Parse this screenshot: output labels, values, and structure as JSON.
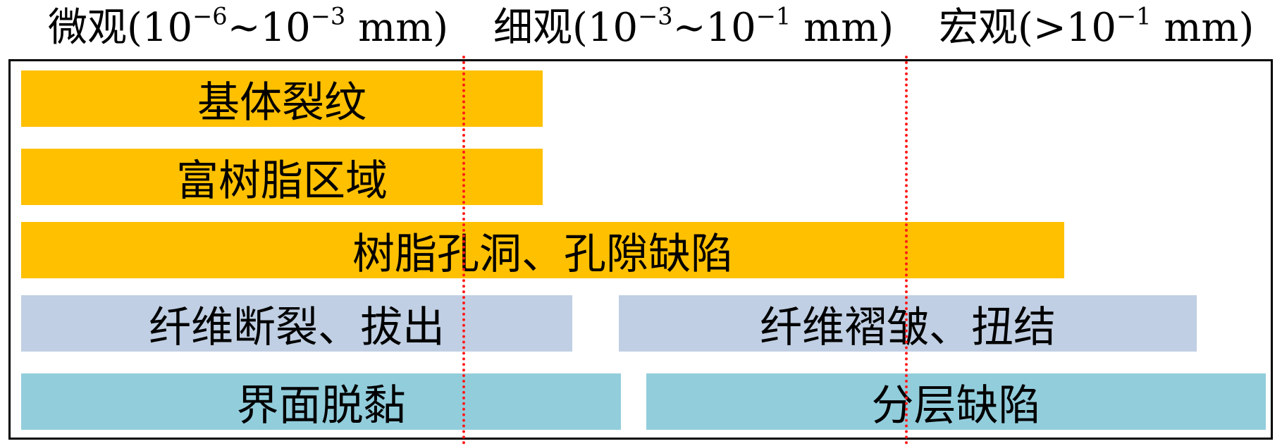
{
  "scales": {
    "micro": {
      "name": "微观",
      "prefix": "(10",
      "exp1": "−6",
      "mid": "~10",
      "exp2": "−3",
      "suffix": " mm)"
    },
    "meso": {
      "name": "细观",
      "prefix": "(10",
      "exp1": "−3",
      "mid": "~10",
      "exp2": "−1",
      "suffix": " mm)"
    },
    "macro": {
      "name": "宏观",
      "prefix": "(>10",
      "exp1": "−1",
      "suffix": " mm)"
    }
  },
  "bars": {
    "matrix_crack": "基体裂纹",
    "resin_rich": "富树脂区域",
    "resin_void": "树脂孔洞、孔隙缺陷",
    "fiber_break": "纤维断裂、拔出",
    "fiber_wrinkle": "纤维褶皱、扭结",
    "debond": "界面脱黏",
    "delamination": "分层缺陷"
  },
  "colors": {
    "gold": "#ffc000",
    "blue": "#c0cfe3",
    "teal": "#92cddc",
    "divider": "#ff1a1a",
    "frame": "#000000"
  }
}
